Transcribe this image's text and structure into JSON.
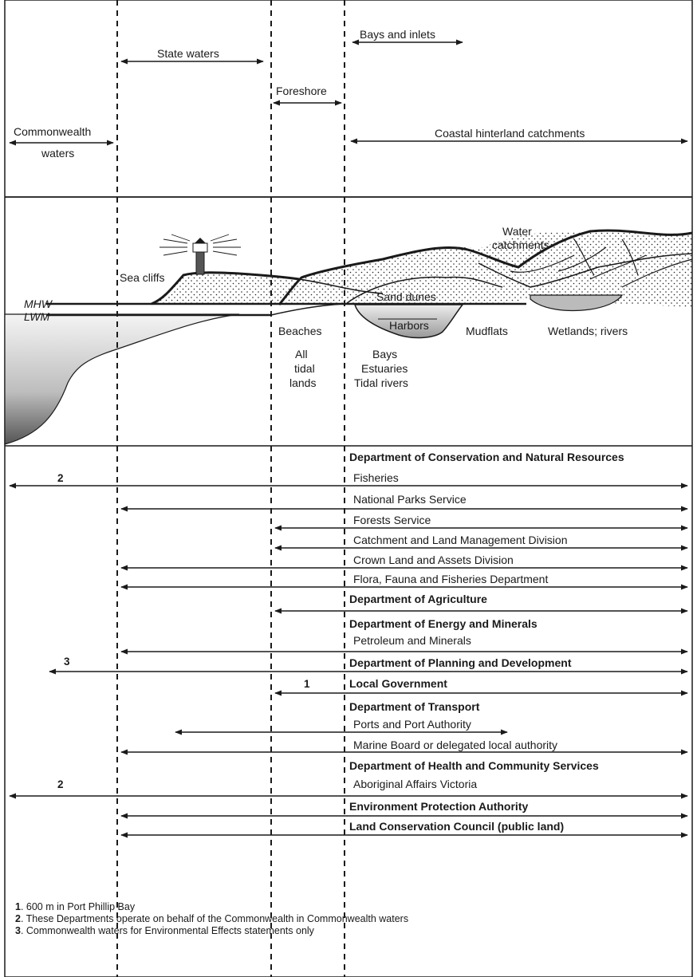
{
  "jurisdiction": {
    "bays_inlets": "Bays and inlets",
    "state_waters": "State waters",
    "foreshore": "Foreshore",
    "commonwealth_waters_1": "Commonwealth",
    "commonwealth_waters_2": "waters",
    "coastal_hinterland": "Coastal hinterland catchments"
  },
  "landscape": {
    "water_catchments_1": "Water",
    "water_catchments_2": "catchments",
    "sea_cliffs": "Sea cliffs",
    "mhw": "MHW",
    "lwm": "LWM",
    "sand_dunes": "Sand dunes",
    "harbors": "Harbors",
    "beaches": "Beaches",
    "mudflats": "Mudflats",
    "wetlands": "Wetlands; rivers",
    "tidal_1": "All",
    "tidal_2": "tidal",
    "tidal_3": "lands",
    "bays_1": "Bays",
    "bays_2": "Estuaries",
    "bays_3": "Tidal rivers"
  },
  "agencies": {
    "dcnr": "Department of Conservation and Natural Resources",
    "fisheries": "Fisheries",
    "fisheries_note": "2",
    "nps": "National Parks Service",
    "forests": "Forests Service",
    "catchment": "Catchment and Land Management Division",
    "crown": "Crown Land and Assets Division",
    "flora": "Flora, Fauna and Fisheries Department",
    "agriculture": "Department of Agriculture",
    "energy": "Department of Energy and Minerals",
    "petroleum": "Petroleum and Minerals",
    "planning": "Department of Planning and Development",
    "planning_note": "3",
    "local_gov": "Local Government",
    "local_gov_note": "1",
    "transport": "Department of Transport",
    "ports": "Ports and Port Authority",
    "marine": "Marine Board or delegated local authority",
    "health": "Department of Health and Community Services",
    "aboriginal": "Aboriginal Affairs Victoria",
    "aboriginal_note": "2",
    "epa": "Environment Protection Authority",
    "lcc": "Land Conservation Council (public land)"
  },
  "notes": {
    "n1_num": "1",
    "n1_text": ". 600 m in Port Phillip Bay",
    "n2_num": "2",
    "n2_text": ". These Departments operate on behalf of the Commonwealth in Commonwealth waters",
    "n3_num": "3",
    "n3_text": ". Commonwealth waters for Environmental Effects statements only"
  }
}
